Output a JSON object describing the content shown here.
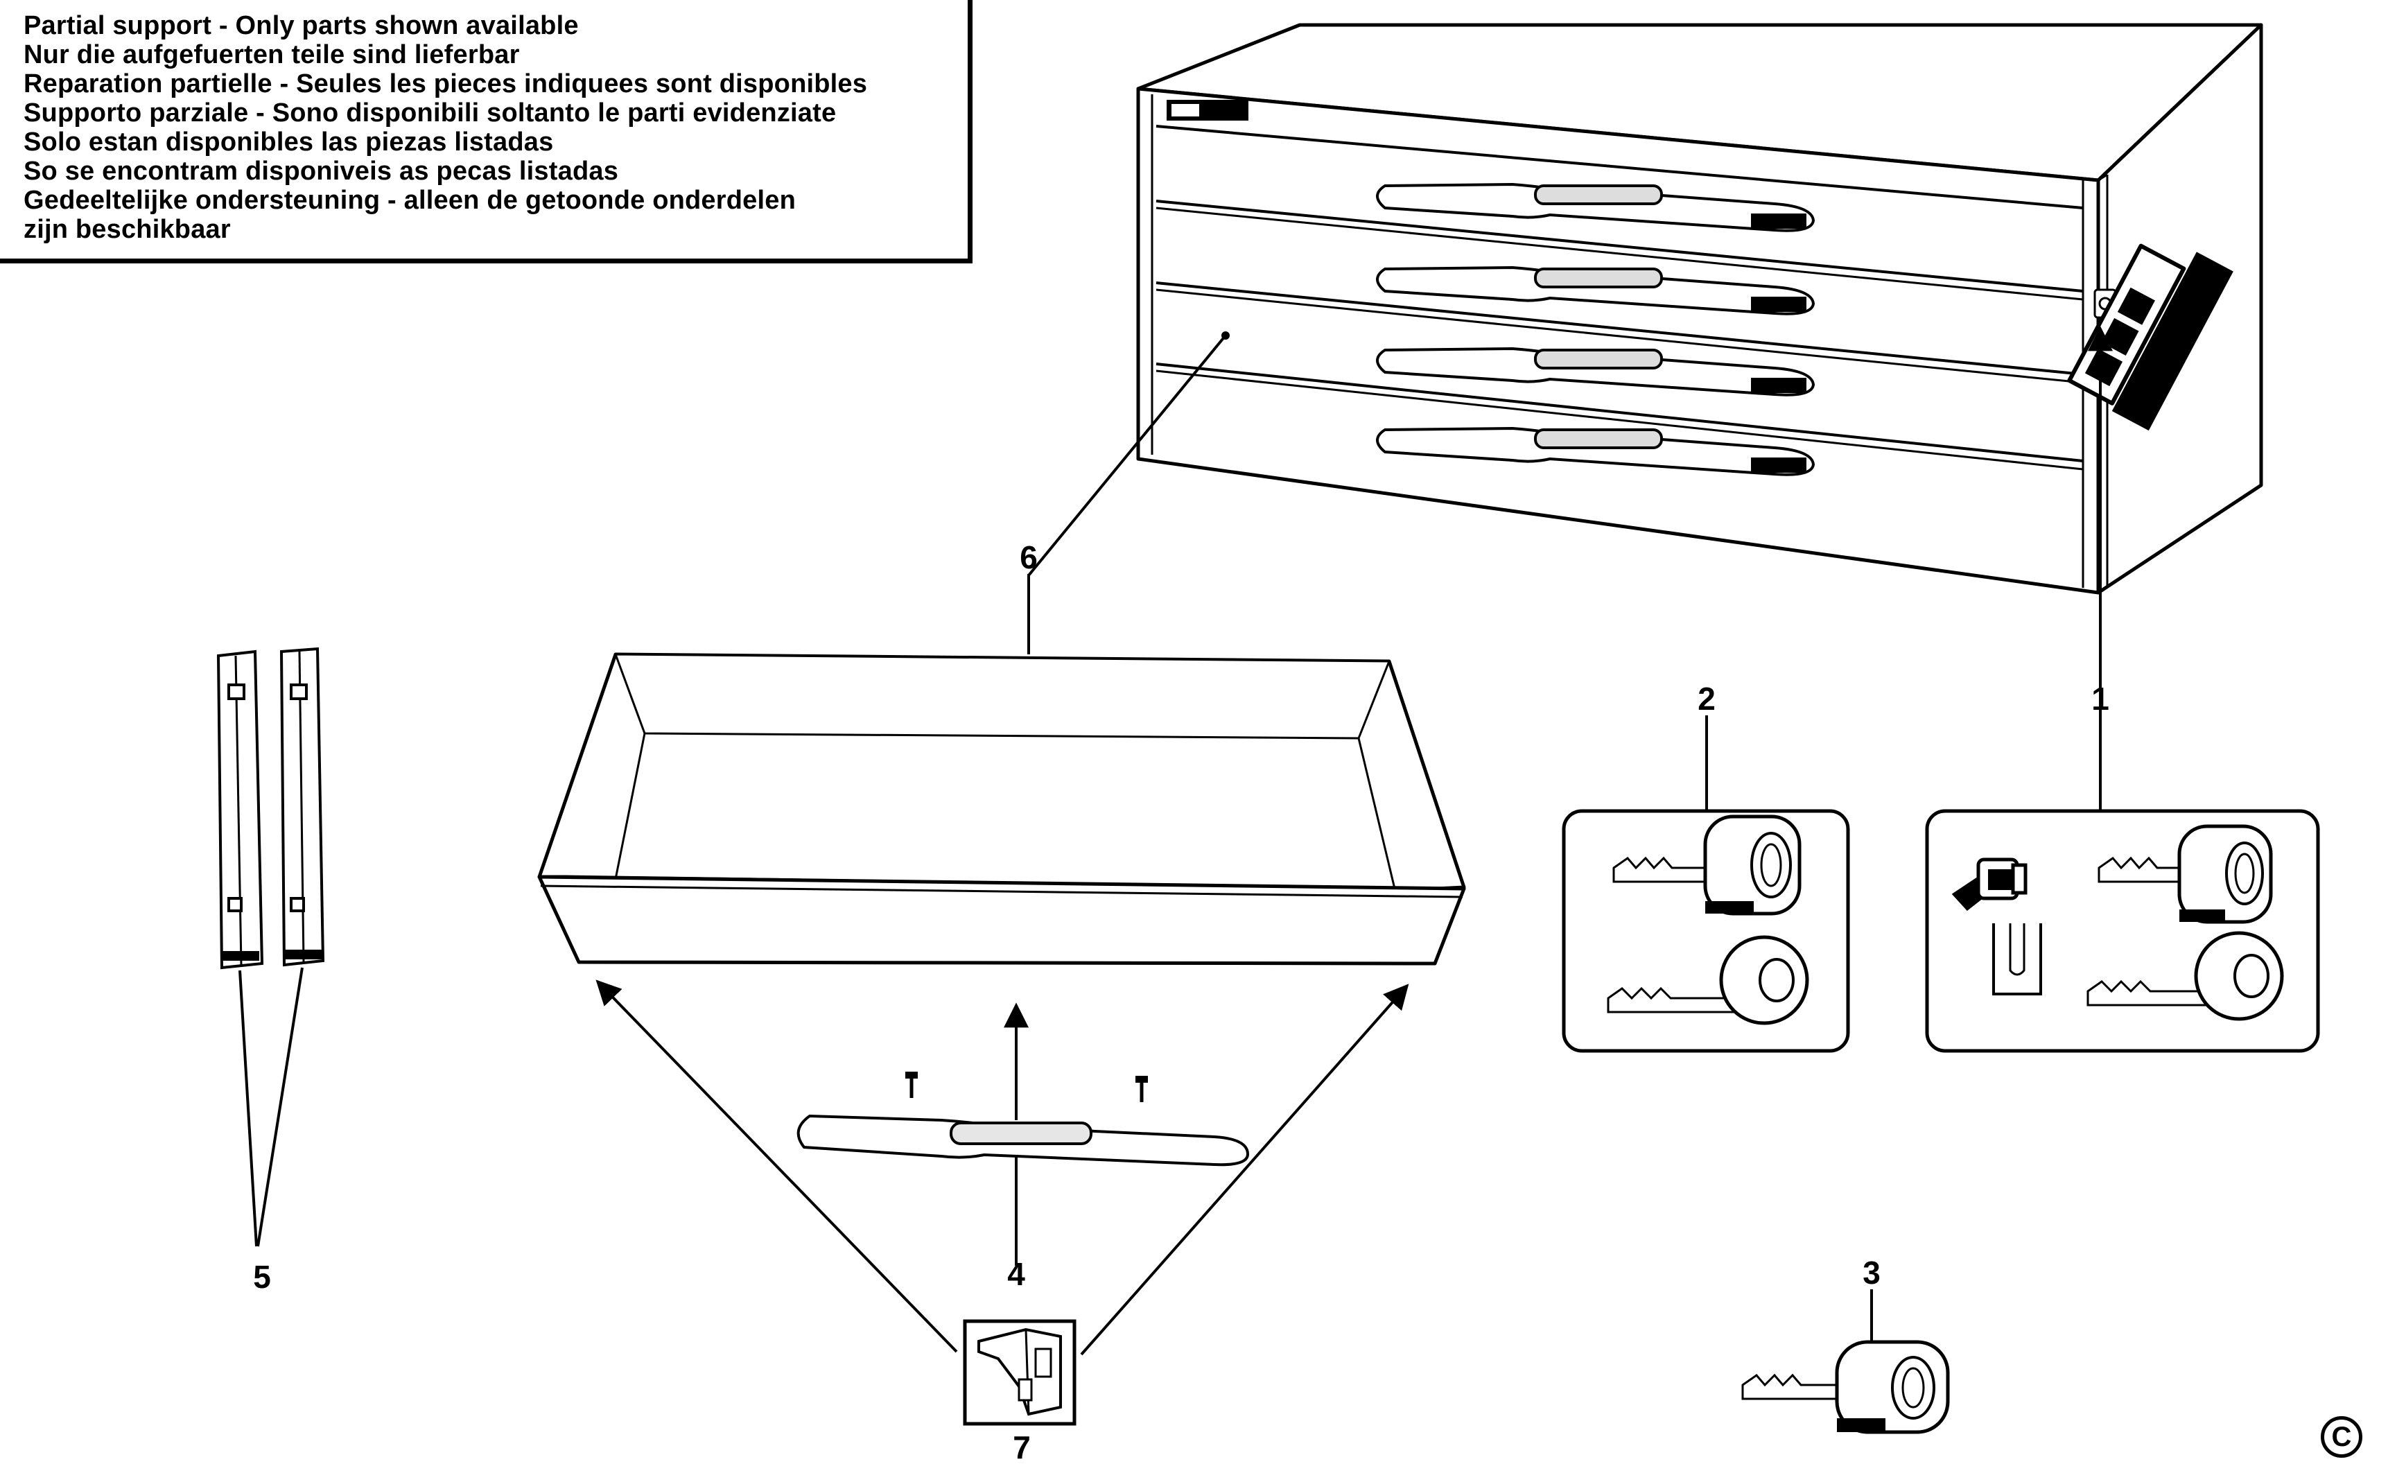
{
  "notice": {
    "lines": [
      "Partial support - Only parts shown available",
      "Nur die aufgefuerten teile sind lieferbar",
      "Reparation partielle - Seules les pieces indiquees sont disponibles",
      "Supporto parziale - Sono disponibili soltanto le parti evidenziate",
      "Solo estan disponibles las piezas listadas",
      "So se encontram disponiveis as pecas listadas",
      "Gedeeltelijke ondersteuning - alleen de getoonde onderdelen",
      "zijn beschikbaar"
    ]
  },
  "callouts": {
    "c1": "1",
    "c2": "2",
    "c3": "3",
    "c4": "4",
    "c5": "5",
    "c6": "6",
    "c7": "7"
  },
  "copyright": "C",
  "colors": {
    "line": "#000000",
    "fill": "#ffffff",
    "handle": "#e6e6e6"
  }
}
